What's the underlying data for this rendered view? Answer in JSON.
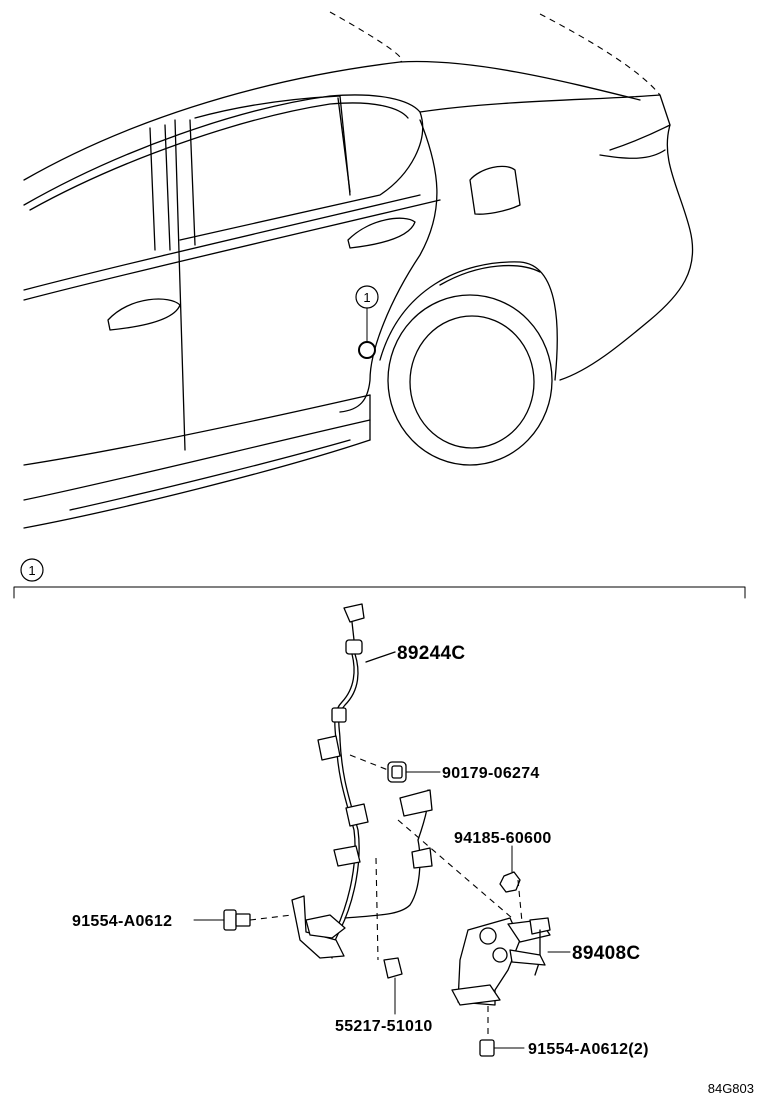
{
  "diagram": {
    "callout_marker": "1",
    "section_marker": "1",
    "drawing_code": "84G803",
    "parts": [
      {
        "id": "sensor",
        "number": "89244C"
      },
      {
        "id": "clip",
        "number": "90179-06274"
      },
      {
        "id": "nut",
        "number": "94185-60600"
      },
      {
        "id": "bolt_left",
        "number": "91554-A0612"
      },
      {
        "id": "height_sensor",
        "number": "89408C"
      },
      {
        "id": "grommet",
        "number": "55217-51010"
      },
      {
        "id": "bolt_bottom",
        "number": "91554-A0612(2)"
      }
    ]
  }
}
